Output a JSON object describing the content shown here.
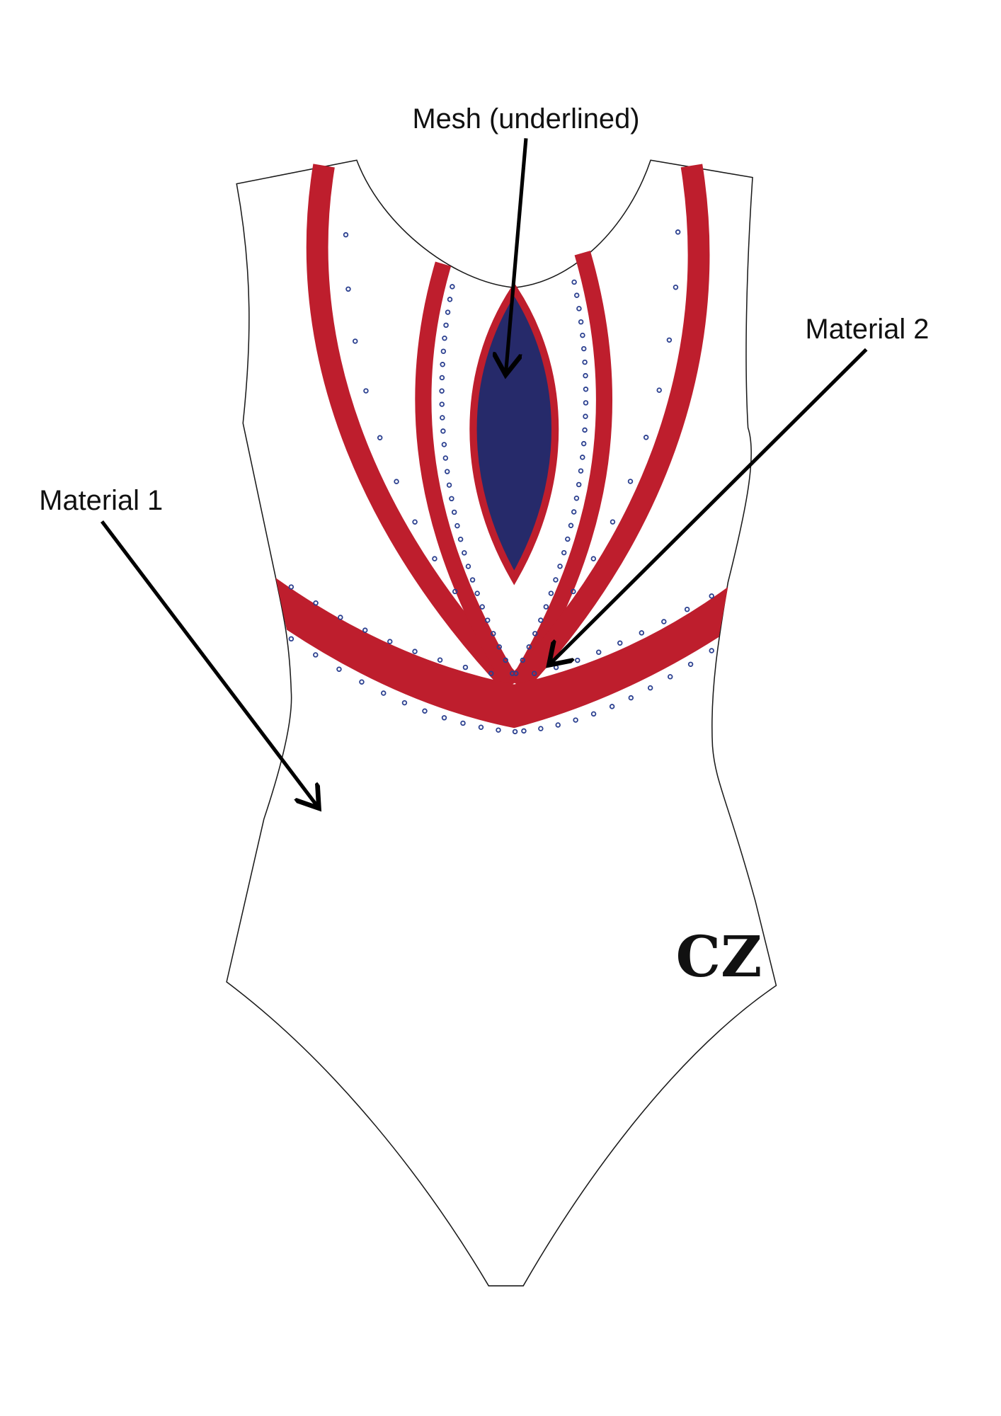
{
  "labels": {
    "mesh": "Mesh (underlined)",
    "material_2": "Material 2",
    "material_1": "Material 1"
  },
  "logo": {
    "text": "CZ"
  },
  "colors": {
    "outline": "#1a1a1a",
    "stripe_red": "#be1e2d",
    "mesh_navy": "#262a6a",
    "rhinestone": "#2a3f8f",
    "arrow": "#000000"
  }
}
